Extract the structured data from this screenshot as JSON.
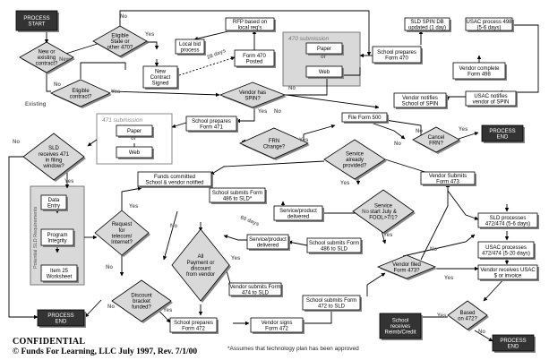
{
  "nodes": [
    {
      "id": "process-start",
      "text": "PROCESS\nSTART"
    },
    {
      "id": "new-existing",
      "text": "New or\nexisting\ncontract?"
    },
    {
      "id": "eligible-state",
      "text": "Eligible\nState or\nother 470?"
    },
    {
      "id": "local-bid",
      "text": "Local bid\nprocess"
    },
    {
      "id": "new-contract-signed",
      "text": "New\nContract\nSigned"
    },
    {
      "id": "rfp-based",
      "text": "RFP based on\nlocal req's"
    },
    {
      "id": "form470-posted",
      "text": "Form 470\nPosted"
    },
    {
      "id": "eligible-contract",
      "text": "Eligible\ncontract?"
    },
    {
      "id": "vendor-spin",
      "text": "Vendor has\nSPIN?"
    },
    {
      "id": "paper-470",
      "text": "Paper"
    },
    {
      "id": "web-470",
      "text": "Web"
    },
    {
      "id": "school-prepares-470",
      "text": "School prepares\nForm 470"
    },
    {
      "id": "sld-spin-db",
      "text": "SLD SPIN DB\nupdated (1 day)"
    },
    {
      "id": "usac-498",
      "text": "USAC process 498\n(5-6 days)"
    },
    {
      "id": "vendor-complete-498",
      "text": "Vendor complete\nForm 498"
    },
    {
      "id": "vendor-notifies-spin",
      "text": "Vendor notifies\nSchool of SPIN"
    },
    {
      "id": "usac-notifies-spin",
      "text": "USAC notifies\nvendor of SPIN"
    },
    {
      "id": "school-prepares-471",
      "text": "School prepares\nForm 471"
    },
    {
      "id": "paper-471",
      "text": "Paper"
    },
    {
      "id": "web-471",
      "text": "Web"
    },
    {
      "id": "sld-receives-471",
      "text": "SLD\nreceives 471\nin filing\nwindow?"
    },
    {
      "id": "frn-change",
      "text": "FRN\nChange?"
    },
    {
      "id": "file-form-500",
      "text": "File Form 500"
    },
    {
      "id": "cancel-frn",
      "text": "Cancel\nFRN?"
    },
    {
      "id": "process-end-1",
      "text": "PROCESS\nEND"
    },
    {
      "id": "service-already",
      "text": "Service\nalready\nprovided?"
    },
    {
      "id": "funds-committed",
      "text": "Funds committed\nSchool & vendor notified"
    },
    {
      "id": "vendor-submits-473",
      "text": "Vendor Submits\nForm 473"
    },
    {
      "id": "data-entry",
      "text": "Data\nEntry"
    },
    {
      "id": "program-integrity",
      "text": "Program\nIntegrity"
    },
    {
      "id": "item25",
      "text": "Item 25\nWorksheet"
    },
    {
      "id": "school-submits-486-top",
      "text": "School submits Form\n486 to SLD*"
    },
    {
      "id": "service-delivered-1",
      "text": "Service/product\ndelivered"
    },
    {
      "id": "service-start",
      "text": "Service\nstart July &\nFOOL>7/1?"
    },
    {
      "id": "request-telecom",
      "text": "Request\nfor\ntelecom/\nInternet?"
    },
    {
      "id": "service-delivered-2",
      "text": "Service/product\ndelivered"
    },
    {
      "id": "school-submits-486-mid",
      "text": "School submits Form\n486 to SLD"
    },
    {
      "id": "sld-processes-486",
      "text": "SLD processes\n472/474 (5-6 days)"
    },
    {
      "id": "all-payment",
      "text": "All\nPayment or\ndiscount\nfrom vendor"
    },
    {
      "id": "usac-processes-472",
      "text": "USAC processes\n472/474 (5-20 days)"
    },
    {
      "id": "vendor-filed-473",
      "text": "Vendor filed\nForm 473?"
    },
    {
      "id": "vendor-receives-usac",
      "text": "Vendor receives USAC\n$ or invoice"
    },
    {
      "id": "vendor-submits-474",
      "text": "Vendor submits Form\n474  to SLD"
    },
    {
      "id": "discount-bracket",
      "text": "Discount\nbracket\nfunded?"
    },
    {
      "id": "school-submits-472",
      "text": "School submits Form\n472 to SLD"
    },
    {
      "id": "based-on-472",
      "text": "Based\non 472?"
    },
    {
      "id": "process-end-left",
      "text": "PROCESS\nEND"
    },
    {
      "id": "school-prepares-472",
      "text": "School prepares\nForm 472"
    },
    {
      "id": "vendor-signs-472",
      "text": "Vendor signs\nForm 472"
    },
    {
      "id": "school-receives-reimb",
      "text": "School\nreceives\nReimb/Credit"
    },
    {
      "id": "process-end-2",
      "text": "PROCESS\nEND"
    }
  ],
  "group_labels": {
    "submission_470": "470 submission",
    "submission_471": "471 submission",
    "potential_sld": "Potential SLD Requirements"
  },
  "connector_labels": {
    "no_top": "No",
    "yes_eligible": "Yes",
    "new": "New",
    "existing": "Existing",
    "yes_contract": "Yes",
    "no_contract": "No",
    "yes_spin": "Yes",
    "no_spin": "No",
    "or_470": "or",
    "or_471": "or",
    "twenty_eight_days": "28 days",
    "no_sld": "No",
    "yes_sld": "Yes",
    "no_frn": "No",
    "yes_frn": "Yes",
    "no_cancel": "No",
    "yes_cancel": "Yes",
    "no_service": "No",
    "yes_service": "Yes",
    "yes_start": "Yes",
    "no_start": "No",
    "yes_req": "Yes",
    "no_req": "No",
    "yes_all": "Yes",
    "no_all": "No",
    "yes_disc": "Yes",
    "no_disc": "No",
    "yes_473": "Yes",
    "no_473": "No",
    "yes_472": "Yes",
    "no_472": "No",
    "sixty_days": "60 days"
  },
  "footer": {
    "confidential": "CONFIDENTIAL",
    "copyright": "© Funds For Learning, LLC July 1997, Rev. 7/1/00",
    "note": "*Assumes that technology plan has been approved"
  }
}
